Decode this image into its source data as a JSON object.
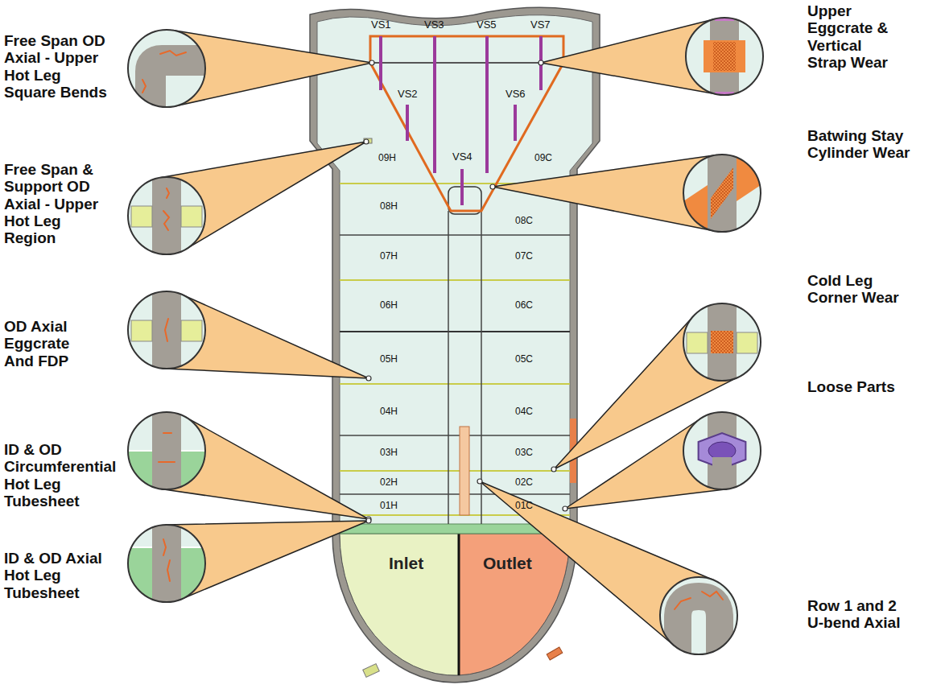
{
  "diagram": {
    "nodes": [
      {
        "text": [
          "Inlet"
        ]
      },
      {
        "text": [
          "Outlet"
        ]
      }
    ],
    "labels": [
      "Free Span OD Axial - Upper Hot Leg Square Bends",
      "Free Span & Support OD Axial - Upper Hot Leg Region",
      "OD Axial Eggcrate And FDP",
      "ID & OD Circumferential Hot Leg Tubesheet",
      "ID & OD Axial Hot Leg Tubesheet",
      "Upper Eggcrate & Vertical Strap Wear",
      "Batwing Stay Cylinder Wear",
      "Cold Leg Corner Wear",
      "Loose Parts",
      "Row 1 and 2 U-bend Axial",
      "VS1",
      "VS3",
      "VS5",
      "VS7",
      "VS2",
      "VS6",
      "VS4",
      "09H",
      "09C",
      "08H",
      "08C",
      "07H",
      "07C",
      "06H",
      "06C",
      "05H",
      "05C",
      "04H",
      "04C",
      "03H",
      "03C",
      "02H",
      "02C",
      "01H",
      "01C"
    ]
  }
}
